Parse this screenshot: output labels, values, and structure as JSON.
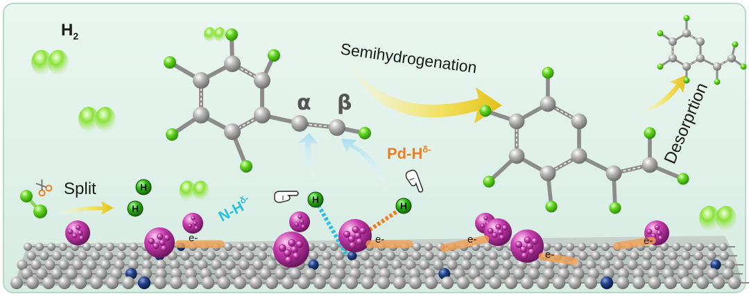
{
  "labels": {
    "h2": "H",
    "h2_sub": "2",
    "split": "Split",
    "semihydrogenation": "Semihydrogenation",
    "desorption": "Desorprtion",
    "alpha": "α",
    "beta": "β",
    "n_h": "N-H",
    "n_h_sup": "δ-",
    "pd_h": "Pd-H",
    "pd_h_sup": "δ-",
    "h_atom": "H",
    "electron": "e-"
  },
  "colors": {
    "background": "#e2f2ea",
    "panel_border": "#b8d8c8",
    "carbon": "#9a9a9a",
    "fluorine_green": "#5cd21e",
    "hydrogen_green": "#2dba14",
    "nitrogen_blue": "#1e3f86",
    "pd_magenta": "#c83cae",
    "arrow_yellow": "#f0dc46",
    "n_h_cyan": "#2bbfdf",
    "pd_h_orange": "#ee7d1e",
    "electron_orange": "#f2a052"
  },
  "icons": [
    "scissors-icon",
    "pointing-hand-icon",
    "pointing-hand-icon",
    "h2-molecule-icon"
  ]
}
